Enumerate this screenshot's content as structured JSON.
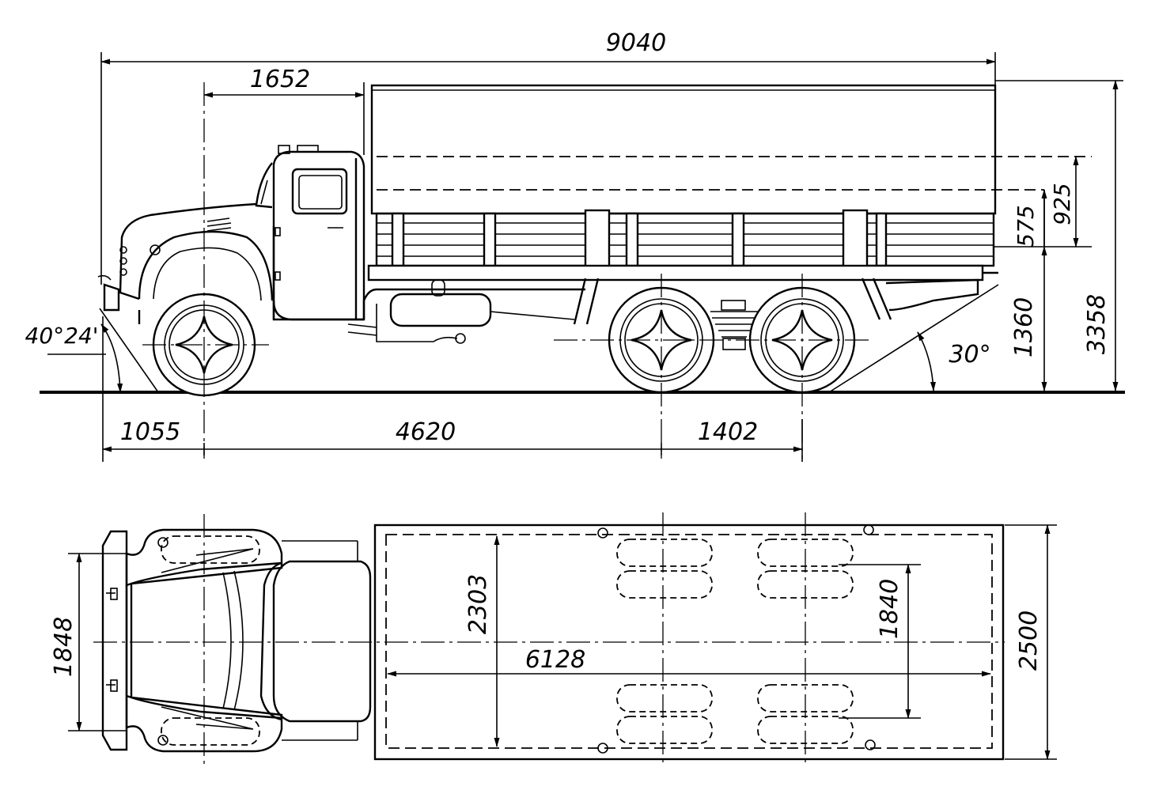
{
  "dimensions": {
    "overall_length": "9040",
    "front_axle_to_body": "1652",
    "front_overhang": "1055",
    "wheelbase": "4620",
    "rear_bogie": "1402",
    "approach_angle": "40°24'",
    "departure_angle": "30°",
    "tarp_height": "925",
    "side_height": "575",
    "platform_height": "1360",
    "overall_height": "3358",
    "front_track": "1848",
    "inner_width": "2303",
    "inner_length": "6128",
    "rear_track": "1840",
    "overall_width": "2500"
  },
  "colors": {
    "line": "#000000",
    "background": "#ffffff"
  }
}
